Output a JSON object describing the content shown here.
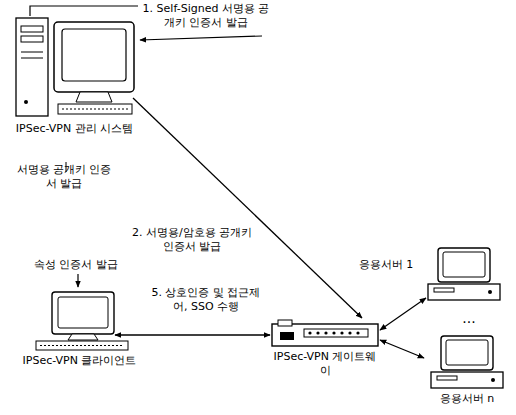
{
  "diagram": {
    "nodes": [
      {
        "text": [
          "IPSec-VPN 관리 시스템"
        ]
      },
      {
        "text": [
          "IPSec-VPN 클라이언트"
        ]
      },
      {
        "text": [
          "IPSec-VPN 게이트웨이"
        ]
      },
      {
        "text": [
          "응용서버 1"
        ]
      },
      {
        "text": [
          "응용서버 n"
        ]
      }
    ],
    "edges": [
      {
        "from": 0,
        "to": 2,
        "arrow": "to",
        "label": "2. 서명용/암호용 공개키 인증서 발급"
      },
      {
        "from": 1,
        "to": 2,
        "arrow": "both",
        "label": "5. 상호인증 및 접근제어, SSO 수행"
      },
      {
        "from": 2,
        "to": 3,
        "arrow": "both"
      },
      {
        "from": 2,
        "to": 4,
        "arrow": "both"
      }
    ],
    "labels": [
      "1. Self-Signed 서명용 공개키 인증서 발급",
      "서명용 공개키 인증서 발급",
      "속성 인증서 발급",
      "..."
    ]
  }
}
